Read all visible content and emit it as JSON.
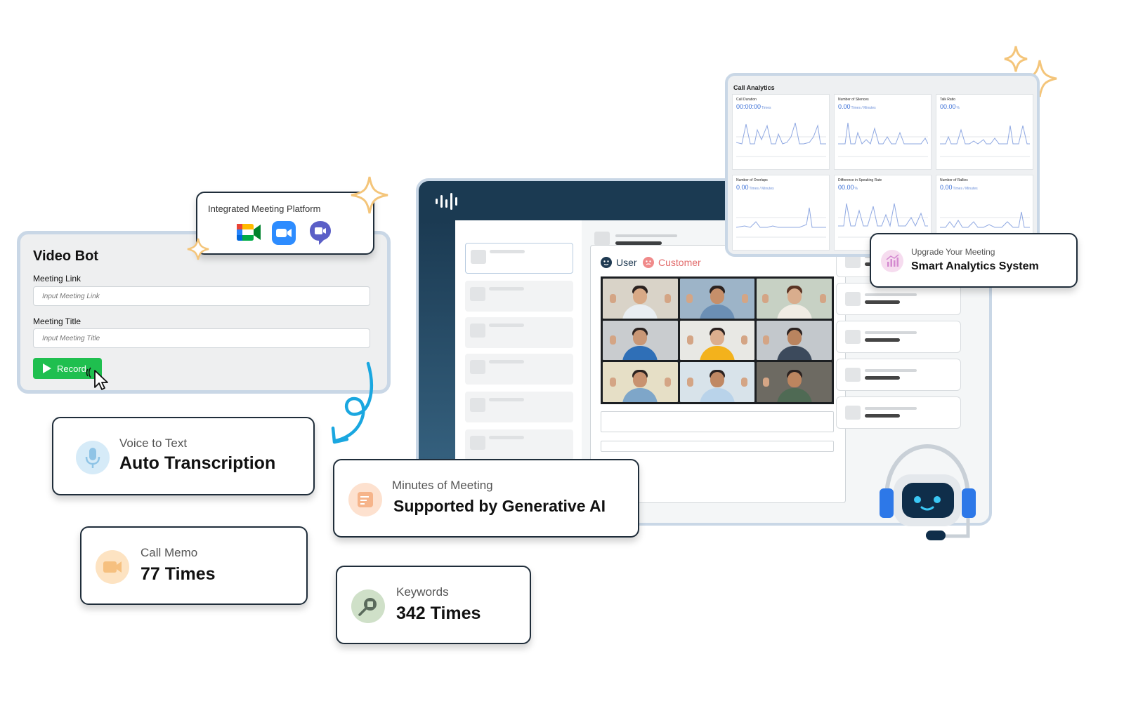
{
  "video_bot": {
    "title": "Video Bot",
    "meeting_link_label": "Meeting Link",
    "meeting_link_placeholder": "Input Meeting Link",
    "meeting_title_label": "Meeting Title",
    "meeting_title_placeholder": "Input Meeting Title",
    "record_label": "Record"
  },
  "platform": {
    "title": "Integrated Meeting Platform",
    "icons": [
      "google-meet-icon",
      "zoom-icon",
      "teams-chat-icon"
    ]
  },
  "call_panel": {
    "user_label": "User",
    "customer_label": "Customer"
  },
  "analytics": {
    "title": "Call Analytics",
    "metrics": [
      {
        "label": "Call Duration",
        "value": "00:00:00",
        "unit": "Times"
      },
      {
        "label": "Number of Silences",
        "value": "0.00",
        "unit": "Times / Minutes"
      },
      {
        "label": "Talk Ratio",
        "value": "00.00",
        "unit": "%"
      },
      {
        "label": "Number of Overlaps",
        "value": "0.00",
        "unit": "Times / Minutes"
      },
      {
        "label": "Difference in Speaking Rate",
        "value": "00.00",
        "unit": "%"
      },
      {
        "label": "Number of Rallies",
        "value": "0.00",
        "unit": "Times / Minutes"
      }
    ]
  },
  "features": {
    "smart_analytics": {
      "sub": "Upgrade Your Meeting",
      "title": "Smart Analytics System"
    },
    "transcription": {
      "sub": "Voice to Text",
      "title": "Auto Transcription"
    },
    "minutes": {
      "sub": "Minutes of Meeting",
      "title": "Supported by Generative AI"
    },
    "call_memo": {
      "sub": "Call Memo",
      "title": "77 Times"
    },
    "keywords": {
      "sub": "Keywords",
      "title": "342 Times"
    }
  },
  "colors": {
    "brand_dark": "#1b3a52",
    "accent_blue": "#3b6fd6",
    "record_green": "#1fbf4f",
    "arrow_blue": "#1aa7e0",
    "customer_red": "#e26b6b",
    "sparkle": "#f4c57a"
  }
}
